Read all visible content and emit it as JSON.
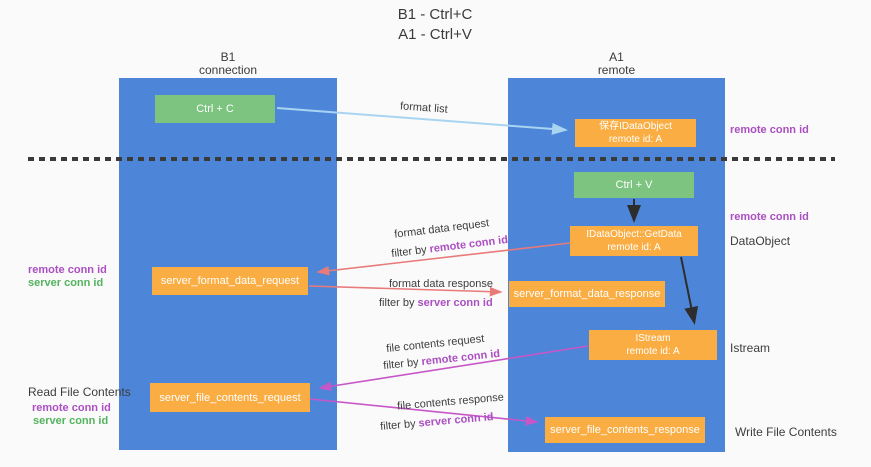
{
  "title": {
    "line1": "B1 - Ctrl+C",
    "line2": "A1 - Ctrl+V"
  },
  "columns": {
    "b1": {
      "name": "B1",
      "role": "connection"
    },
    "a1": {
      "name": "A1",
      "role": "remote"
    }
  },
  "boxes": {
    "ctrl_c": {
      "label": "Ctrl + C"
    },
    "save_idataobject": {
      "line1": "保存IDataObject",
      "line2": "remote id: A"
    },
    "ctrl_v": {
      "label": "Ctrl + V"
    },
    "getdata": {
      "line1": "IDataObject::GetData",
      "line2": "remote id: A"
    },
    "server_format_data_request": {
      "label": "server_format_data_request"
    },
    "server_format_data_response": {
      "label": "server_format_data_response"
    },
    "istream": {
      "line1": "IStream",
      "line2": "remote id: A"
    },
    "server_file_contents_request": {
      "label": "server_file_contents_request"
    },
    "server_file_contents_response": {
      "label": "server_file_contents_response"
    }
  },
  "terms": {
    "remote_conn_id": "remote conn id",
    "server_conn_id": "server conn id",
    "filter_by": "filter by"
  },
  "flow_labels": {
    "format_list": "format list",
    "format_data_request": "format data request",
    "format_data_response": "format data response",
    "file_contents_request": "file contents request",
    "file_contents_response": "file contents response"
  },
  "side_labels": {
    "dataobject": "DataObject",
    "istream": "Istream",
    "read_file_contents": "Read File Contents",
    "write_file_contents": "Write File Contents"
  },
  "colors": {
    "column_blue": "#4d86d8",
    "box_orange": "#f9ad42",
    "box_green": "#7cc47f",
    "purple_text": "#ab4fc3",
    "green_text": "#53b35e",
    "arrow_red": "#e87a7a",
    "arrow_magenta": "#c757c7",
    "arrow_light_blue": "#a8d4f2",
    "arrow_black": "#2d2d2d",
    "background": "#fafafa"
  }
}
